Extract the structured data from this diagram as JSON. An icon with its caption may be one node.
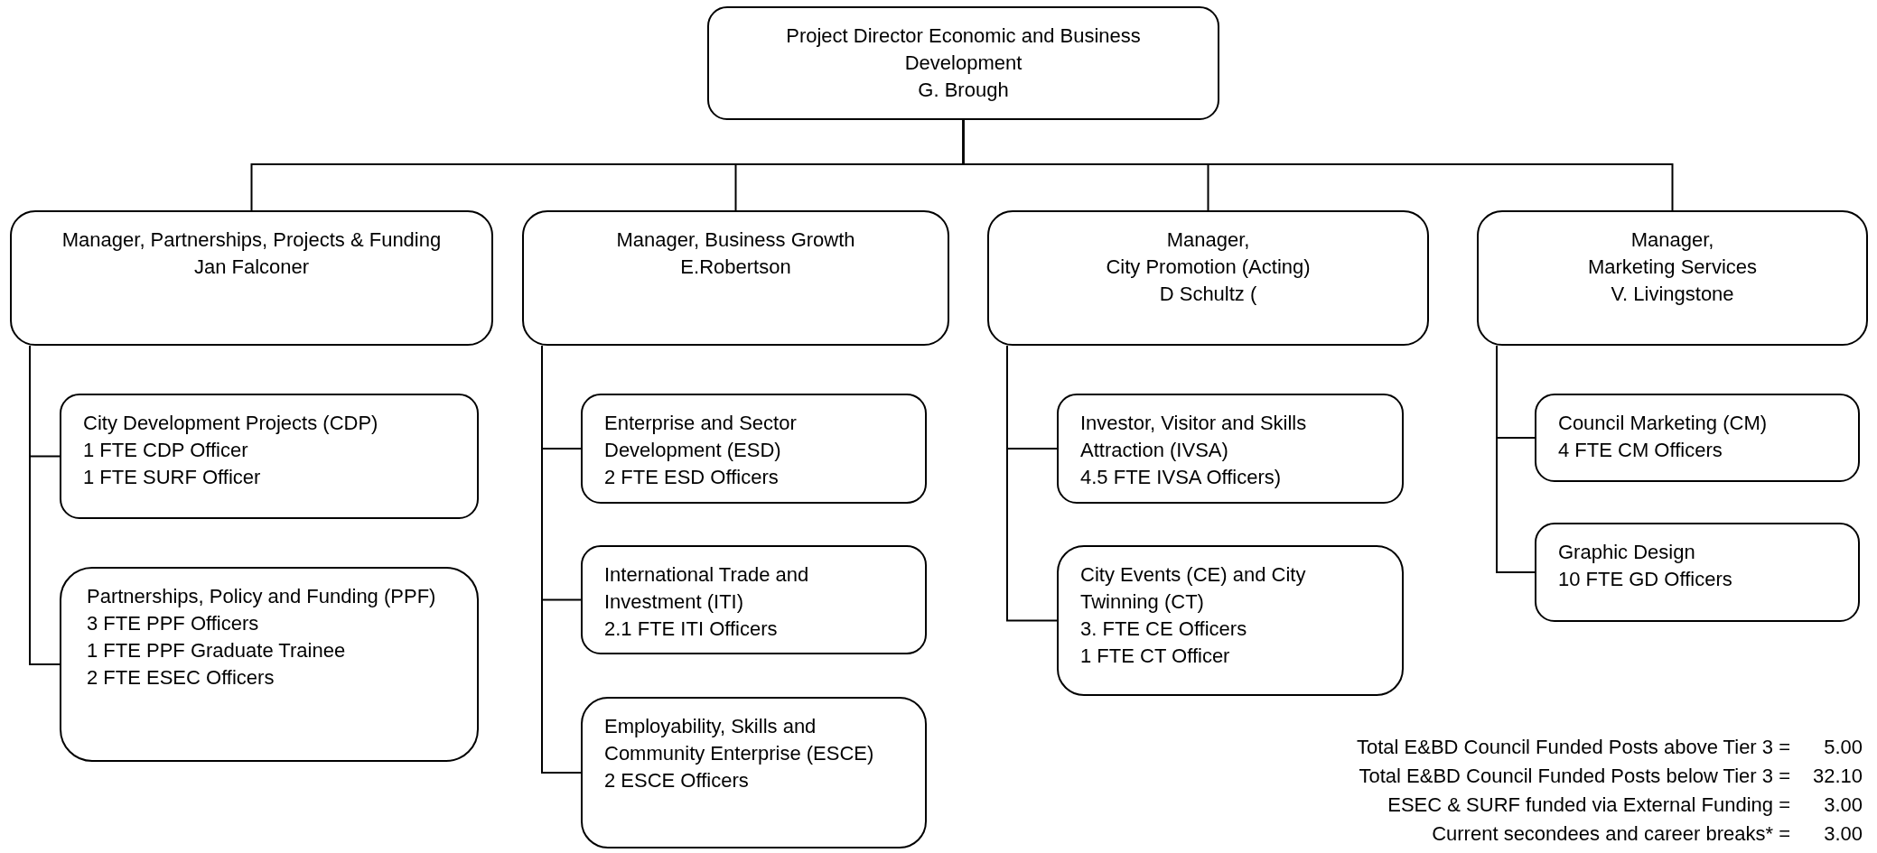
{
  "diagram": {
    "nodes": [
      {
        "text": [
          "Project Director Economic and Business Development",
          "G. Brough"
        ]
      },
      {
        "text": [
          "Manager, Partnerships, Projects & Funding",
          "Jan Falconer"
        ]
      },
      {
        "text": [
          "Manager, Business Growth",
          "E.Robertson"
        ]
      },
      {
        "text": [
          "Manager,",
          "City Promotion (Acting)",
          "D Schultz ("
        ]
      },
      {
        "text": [
          "Manager,",
          "Marketing Services",
          "V. Livingstone"
        ]
      },
      {
        "text": [
          "City Development Projects (CDP)",
          "1 FTE CDP Officer",
          "1 FTE SURF Officer"
        ]
      },
      {
        "text": [
          "Partnerships, Policy and Funding (PPF)",
          "3 FTE PPF Officers",
          "1 FTE PPF Graduate Trainee",
          "2 FTE ESEC Officers"
        ]
      },
      {
        "text": [
          "Enterprise and Sector Development (ESD)",
          "2 FTE ESD Officers"
        ]
      },
      {
        "text": [
          "International Trade and Investment (ITI)",
          "2.1 FTE ITI Officers"
        ]
      },
      {
        "text": [
          "Employability, Skills and Community Enterprise (ESCE)",
          "2 ESCE Officers"
        ]
      },
      {
        "text": [
          "Investor, Visitor and Skills Attraction (IVSA)",
          "4.5 FTE IVSA Officers)"
        ]
      },
      {
        "text": [
          "City Events (CE) and City Twinning (CT)",
          "3. FTE CE Officers",
          "1 FTE CT Officer"
        ]
      },
      {
        "text": [
          "Council Marketing (CM)",
          "4 FTE CM Officers"
        ]
      },
      {
        "text": [
          "Graphic Design",
          "10 FTE GD Officers"
        ]
      }
    ],
    "edges": [
      {
        "from": 0,
        "to": 1,
        "arrow": "none"
      },
      {
        "from": 0,
        "to": 2,
        "arrow": "none"
      },
      {
        "from": 0,
        "to": 3,
        "arrow": "none"
      },
      {
        "from": 0,
        "to": 4,
        "arrow": "none"
      },
      {
        "from": 1,
        "to": 5,
        "arrow": "none"
      },
      {
        "from": 1,
        "to": 6,
        "arrow": "none"
      },
      {
        "from": 2,
        "to": 7,
        "arrow": "none"
      },
      {
        "from": 2,
        "to": 8,
        "arrow": "none"
      },
      {
        "from": 2,
        "to": 9,
        "arrow": "none"
      },
      {
        "from": 3,
        "to": 10,
        "arrow": "none"
      },
      {
        "from": 3,
        "to": 11,
        "arrow": "none"
      },
      {
        "from": 4,
        "to": 12,
        "arrow": "none"
      },
      {
        "from": 4,
        "to": 13,
        "arrow": "none"
      }
    ],
    "labels": [
      "Total E&BD Council Funded Posts above Tier 3 =",
      "5.00",
      "Total E&BD Council Funded Posts below Tier 3 =",
      "32.10",
      "ESEC & SURF funded via External Funding =",
      "3.00",
      "Current secondees and career breaks* =",
      "3.00"
    ]
  }
}
